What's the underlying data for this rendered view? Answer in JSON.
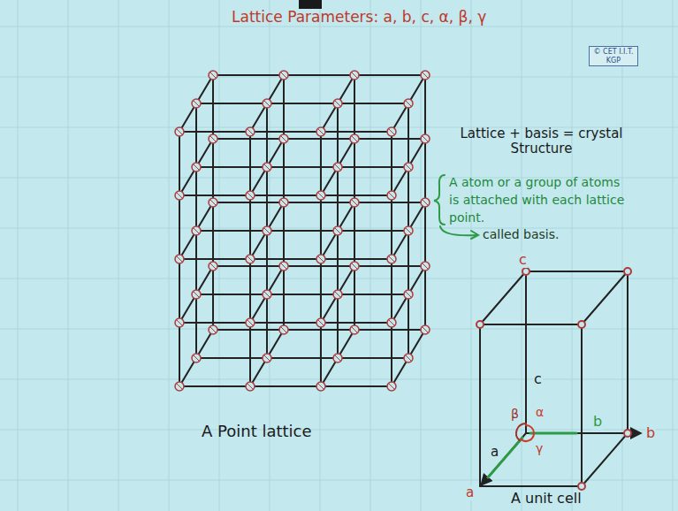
{
  "diagram": {
    "title": "Lattice Parameters: a, b, c, α, β, γ",
    "nodes": [
      {
        "text": [
          "© CET I.I.T. KGP"
        ]
      }
    ],
    "labels": [
      "Lattice + basis = crystal Structure",
      "A atom or a group of atoms is attached with each lattice point.",
      "called basis.",
      "A Point lattice",
      "c",
      "c",
      "α",
      "β",
      "γ",
      "b",
      "b",
      "a",
      "a",
      "A unit cell"
    ]
  }
}
